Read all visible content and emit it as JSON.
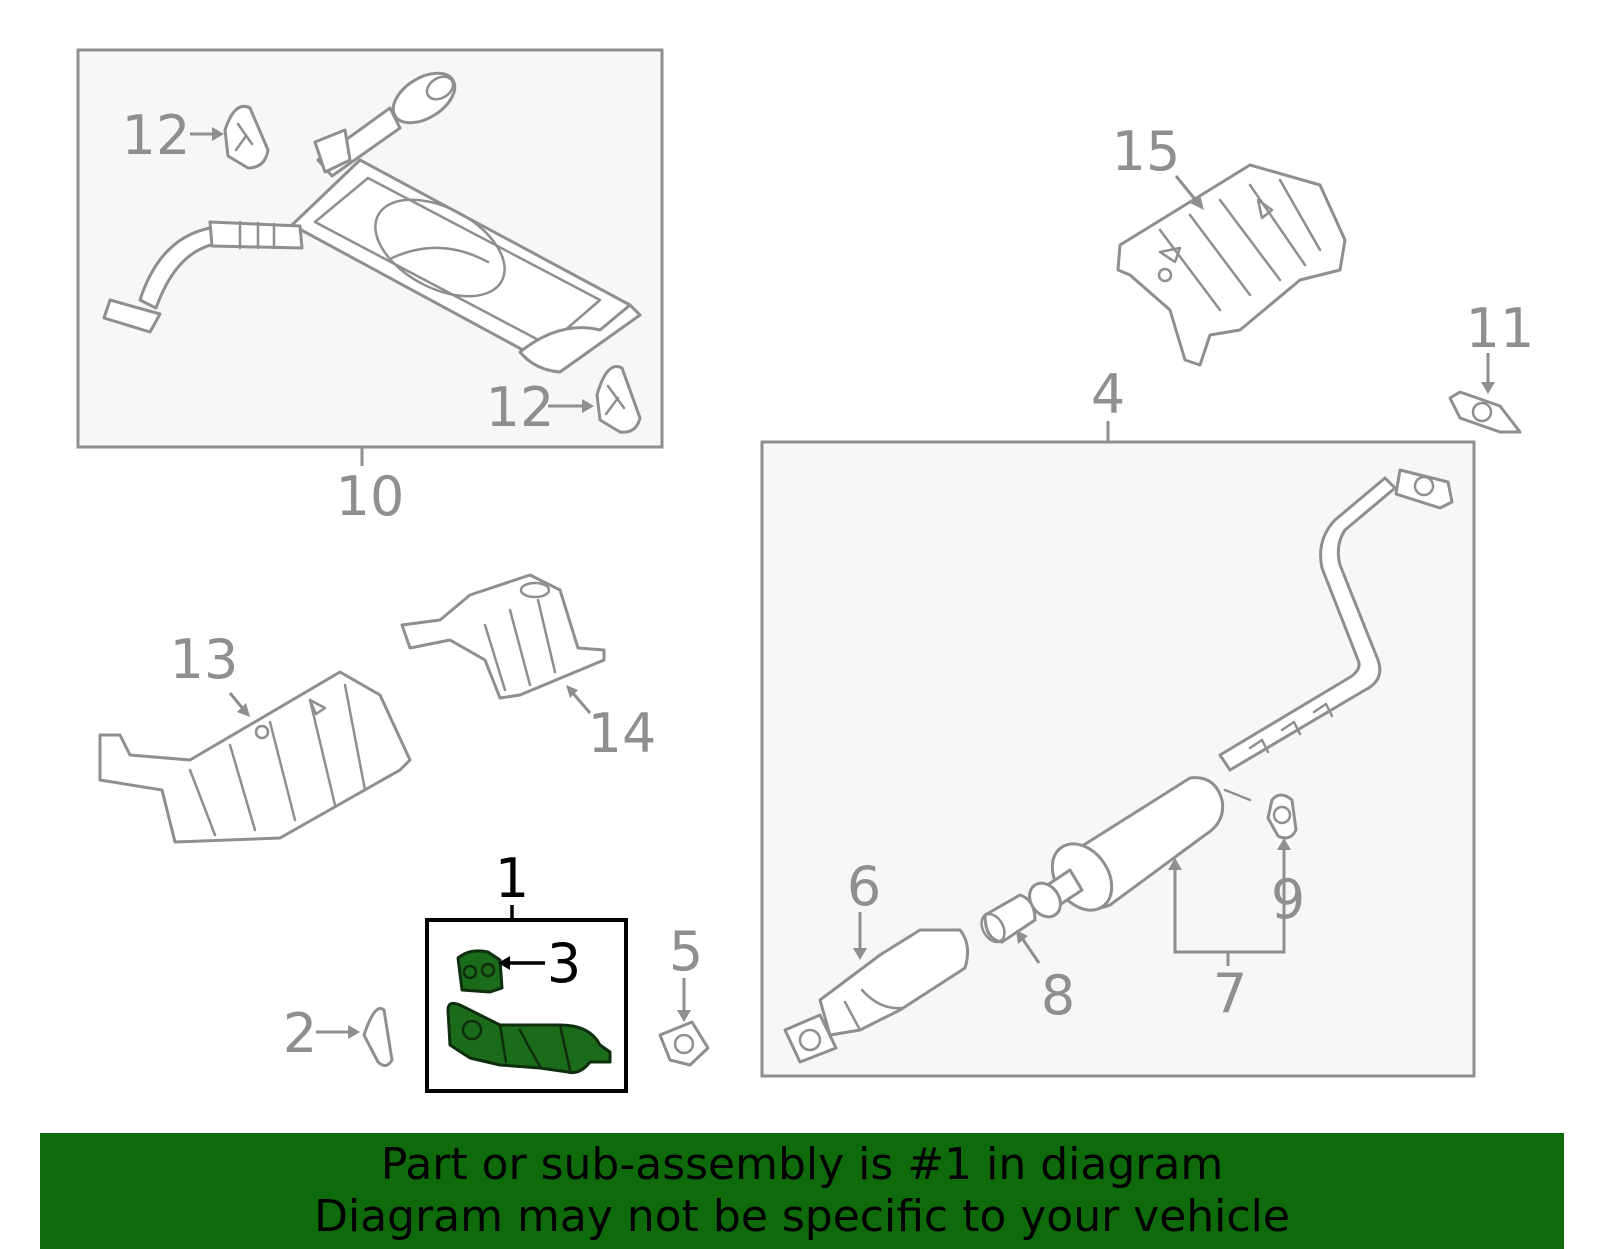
{
  "callouts": {
    "c1": "1",
    "c2": "2",
    "c3": "3",
    "c4": "4",
    "c5": "5",
    "c6": "6",
    "c7": "7",
    "c8": "8",
    "c9": "9",
    "c10": "10",
    "c11": "11",
    "c12a": "12",
    "c12b": "12",
    "c13": "13",
    "c14": "14",
    "c15": "15"
  },
  "banner": {
    "line1": "Part or sub-assembly is #1 in diagram",
    "line2": "Diagram may not be specific to your vehicle"
  },
  "colors": {
    "highlight_part": "#1a6b1a",
    "banner_background": "#0f6a0b",
    "line_art": "#8f8f8f",
    "panel_fill": "#f7f7f7"
  }
}
